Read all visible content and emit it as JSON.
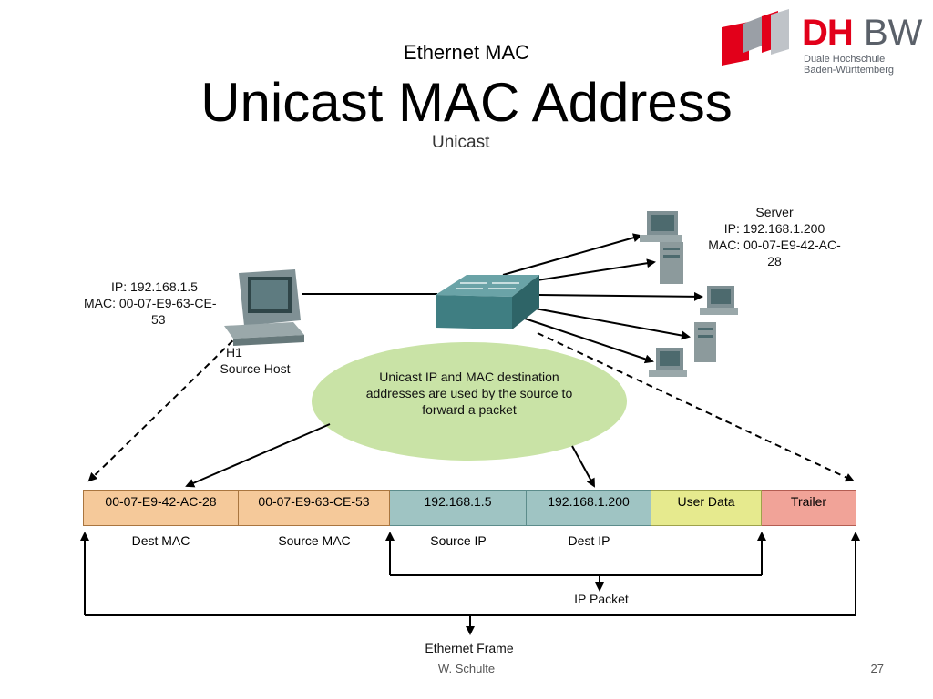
{
  "slide": {
    "subtitle": "Ethernet MAC",
    "title": "Unicast MAC Address",
    "diagram_title": "Unicast",
    "footer_author": "W. Schulte",
    "page_number": "27"
  },
  "logo": {
    "dh": "DH",
    "bw": "BW",
    "line1": "Duale Hochschule",
    "line2": "Baden-Württemberg",
    "colors": {
      "red": "#e2001a",
      "gray": "#5a6069"
    }
  },
  "source_host": {
    "ip": "IP: 192.168.1.5",
    "mac_line1": "MAC: 00-07-E9-63-CE-",
    "mac_line2": "53",
    "name": "H1",
    "role": "Source Host"
  },
  "server": {
    "name": "Server",
    "ip": "IP: 192.168.1.200",
    "mac_line1": "MAC: 00-07-E9-42-AC-",
    "mac_line2": "28"
  },
  "bubble": {
    "line1": "Unicast IP and MAC destination",
    "line2": "addresses are used by the source to",
    "line3": "forward a packet",
    "color": "#c9e3a6"
  },
  "frame": {
    "fields": [
      {
        "value": "00-07-E9-42-AC-28",
        "label": "Dest MAC",
        "color": "#f5c99a"
      },
      {
        "value": "00-07-E9-63-CE-53",
        "label": "Source MAC",
        "color": "#f5c99a"
      },
      {
        "value": "192.168.1.5",
        "label": "Source IP",
        "color": "#9fc4c3"
      },
      {
        "value": "192.168.1.200",
        "label": "Dest IP",
        "color": "#9fc4c3"
      },
      {
        "value": "User Data",
        "label": "",
        "color": "#e6ea8e"
      },
      {
        "value": "Trailer",
        "label": "",
        "color": "#f1a398"
      }
    ],
    "ip_packet_label": "IP Packet",
    "ethernet_frame_label": "Ethernet Frame"
  }
}
